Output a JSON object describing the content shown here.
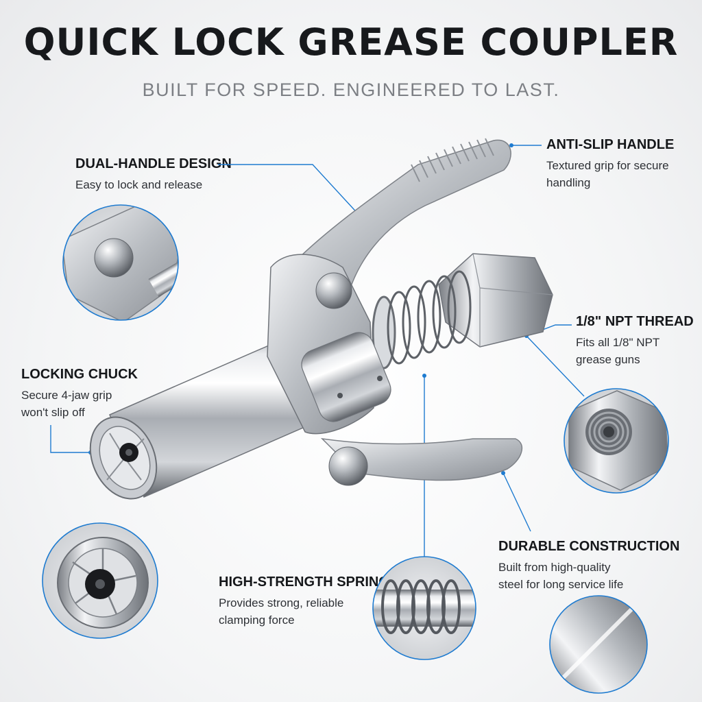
{
  "title": "QUICK LOCK GREASE COUPLER",
  "subtitle": "BUILT FOR SPEED. ENGINEERED TO LAST.",
  "accent_color": "#1e7bd0",
  "callouts": {
    "dual_handle": {
      "title": "DUAL-HANDLE DESIGN",
      "desc": [
        "Easy to lock and release"
      ]
    },
    "anti_slip": {
      "title": "ANTI-SLIP HANDLE",
      "desc": [
        "Textured grip for secure",
        "handling"
      ]
    },
    "npt_thread": {
      "title": "1/8\" NPT THREAD",
      "desc": [
        "Fits all 1/8\" NPT",
        "grease guns"
      ]
    },
    "locking_chuck": {
      "title": "LOCKING CHUCK",
      "desc": [
        "Secure 4-jaw grip",
        "won't slip off"
      ]
    },
    "durable": {
      "title": "DURABLE CONSTRUCTION",
      "desc": [
        "Built from high-quality",
        "steel for long service life"
      ]
    },
    "spring": {
      "title": "HIGH-STRENGTH SPRING",
      "desc": [
        "Provides strong, reliable",
        "clamping force"
      ]
    }
  }
}
